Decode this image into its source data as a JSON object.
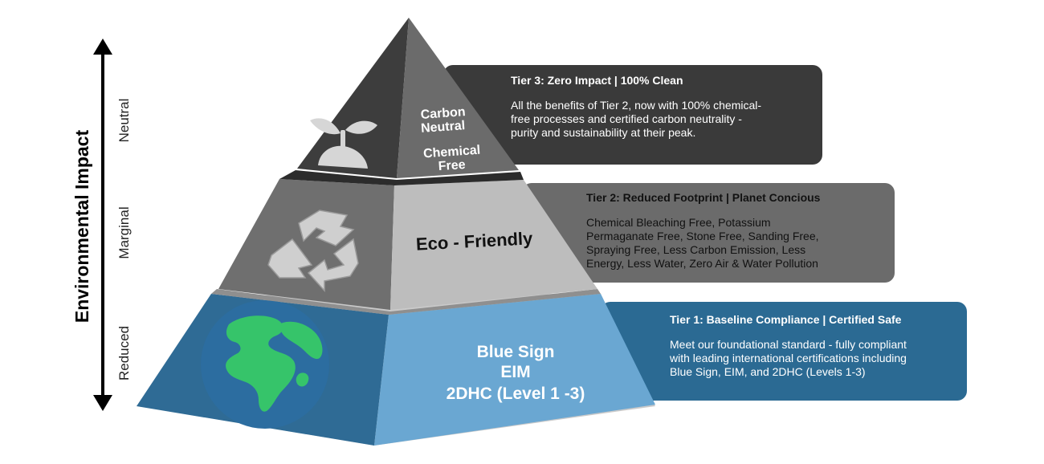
{
  "axis": {
    "title": "Environmental Impact",
    "levels": [
      "Neutral",
      "Marginal",
      "Reduced"
    ]
  },
  "tiers": [
    {
      "tier": 3,
      "pyramid_labels": [
        "Carbon",
        "Neutral",
        "Chemical",
        "Free"
      ],
      "icon": "sprout-icon",
      "heading": "Tier 3: Zero Impact | 100% Clean",
      "description_lines": [
        "All the benefits of Tier 2, now with 100% chemical-",
        "free processes and certified carbon neutrality -",
        "purity and sustainability at their peak."
      ],
      "colors": {
        "left": "#3d3d3d",
        "right": "#6b6b6b",
        "box": "#3a3a3a",
        "text": "#ffffff"
      }
    },
    {
      "tier": 2,
      "pyramid_labels": [
        "Eco - Friendly"
      ],
      "icon": "recycle-icon",
      "heading": "Tier 2: Reduced Footprint | Planet Concious",
      "description_lines": [
        "Chemical Bleaching Free, Potassium",
        "Permaganate Free, Stone Free, Sanding Free,",
        "Spraying Free, Less Carbon Emission, Less",
        "Energy, Less Water, Zero Air & Water Pollution"
      ],
      "colors": {
        "left": "#6f6f6f",
        "right": "#bdbdbd",
        "box": "#6b6b6b",
        "text": "#111111"
      }
    },
    {
      "tier": 1,
      "pyramid_labels": [
        "Blue Sign",
        "EIM",
        "2DHC (Level 1 -3)"
      ],
      "icon": "earth-globe-icon",
      "heading": "Tier 1: Baseline Compliance | Certified Safe",
      "description_lines": [
        "Meet our foundational standard - fully compliant",
        "with leading international certifications including",
        "Blue Sign, EIM, and 2DHC (Levels 1-3)"
      ],
      "colors": {
        "left": "#2f6b95",
        "right": "#6aa7d2",
        "box": "#2b6a93",
        "text": "#ffffff"
      }
    }
  ]
}
